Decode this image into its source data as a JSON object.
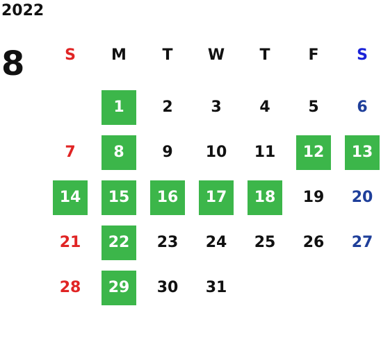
{
  "calendar": {
    "year": "2022",
    "month": "8",
    "weekdays": [
      "S",
      "M",
      "T",
      "W",
      "T",
      "F",
      "S"
    ],
    "days": [
      {
        "day": "1",
        "col": 2,
        "highlight": true
      },
      {
        "day": "2",
        "col": 3,
        "highlight": false
      },
      {
        "day": "3",
        "col": 4,
        "highlight": false
      },
      {
        "day": "4",
        "col": 5,
        "highlight": false
      },
      {
        "day": "5",
        "col": 6,
        "highlight": false
      },
      {
        "day": "6",
        "col": 7,
        "highlight": false
      },
      {
        "day": "7",
        "col": 1,
        "highlight": false
      },
      {
        "day": "8",
        "col": 2,
        "highlight": true
      },
      {
        "day": "9",
        "col": 3,
        "highlight": false
      },
      {
        "day": "10",
        "col": 4,
        "highlight": false
      },
      {
        "day": "11",
        "col": 5,
        "highlight": false
      },
      {
        "day": "12",
        "col": 6,
        "highlight": true
      },
      {
        "day": "13",
        "col": 7,
        "highlight": true
      },
      {
        "day": "14",
        "col": 1,
        "highlight": true
      },
      {
        "day": "15",
        "col": 2,
        "highlight": true
      },
      {
        "day": "16",
        "col": 3,
        "highlight": true
      },
      {
        "day": "17",
        "col": 4,
        "highlight": true
      },
      {
        "day": "18",
        "col": 5,
        "highlight": true
      },
      {
        "day": "19",
        "col": 6,
        "highlight": false
      },
      {
        "day": "20",
        "col": 7,
        "highlight": false
      },
      {
        "day": "21",
        "col": 1,
        "highlight": false
      },
      {
        "day": "22",
        "col": 2,
        "highlight": true
      },
      {
        "day": "23",
        "col": 3,
        "highlight": false
      },
      {
        "day": "24",
        "col": 4,
        "highlight": false
      },
      {
        "day": "25",
        "col": 5,
        "highlight": false
      },
      {
        "day": "26",
        "col": 6,
        "highlight": false
      },
      {
        "day": "27",
        "col": 7,
        "highlight": false
      },
      {
        "day": "28",
        "col": 1,
        "highlight": false
      },
      {
        "day": "29",
        "col": 2,
        "highlight": true
      },
      {
        "day": "30",
        "col": 3,
        "highlight": false
      },
      {
        "day": "31",
        "col": 4,
        "highlight": false
      }
    ]
  },
  "colors": {
    "highlight": "#3cb64a",
    "sunday": "#e02424",
    "saturday": "#1f3f9a",
    "saturday_header": "#1a22d8"
  }
}
